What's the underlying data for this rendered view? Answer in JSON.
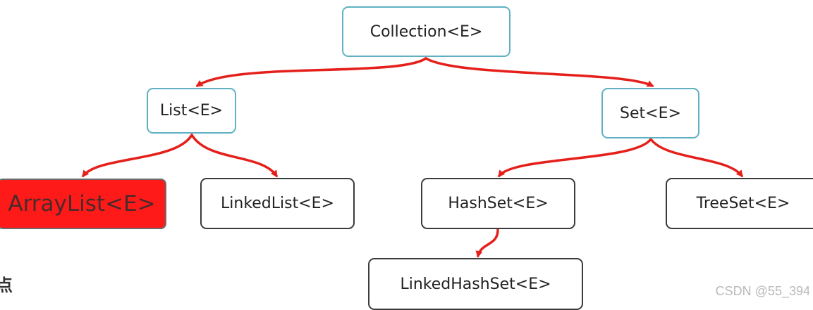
{
  "nodes": {
    "collection": "Collection<E>",
    "list": "List<E>",
    "set": "Set<E>",
    "arraylist": "ArrayList<E>",
    "linkedlist": "LinkedList<E>",
    "hashset": "HashSet<E>",
    "treeset": "TreeSet<E>",
    "linkedhashset": "LinkedHashSet<E>"
  },
  "side_text": "点",
  "watermark": "CSDN @55_394",
  "colors": {
    "arrow": "#e5201b",
    "teal_border": "#5fb0c2",
    "dark_border": "#3a3a3a",
    "highlight_fill": "#ff1a1a"
  }
}
